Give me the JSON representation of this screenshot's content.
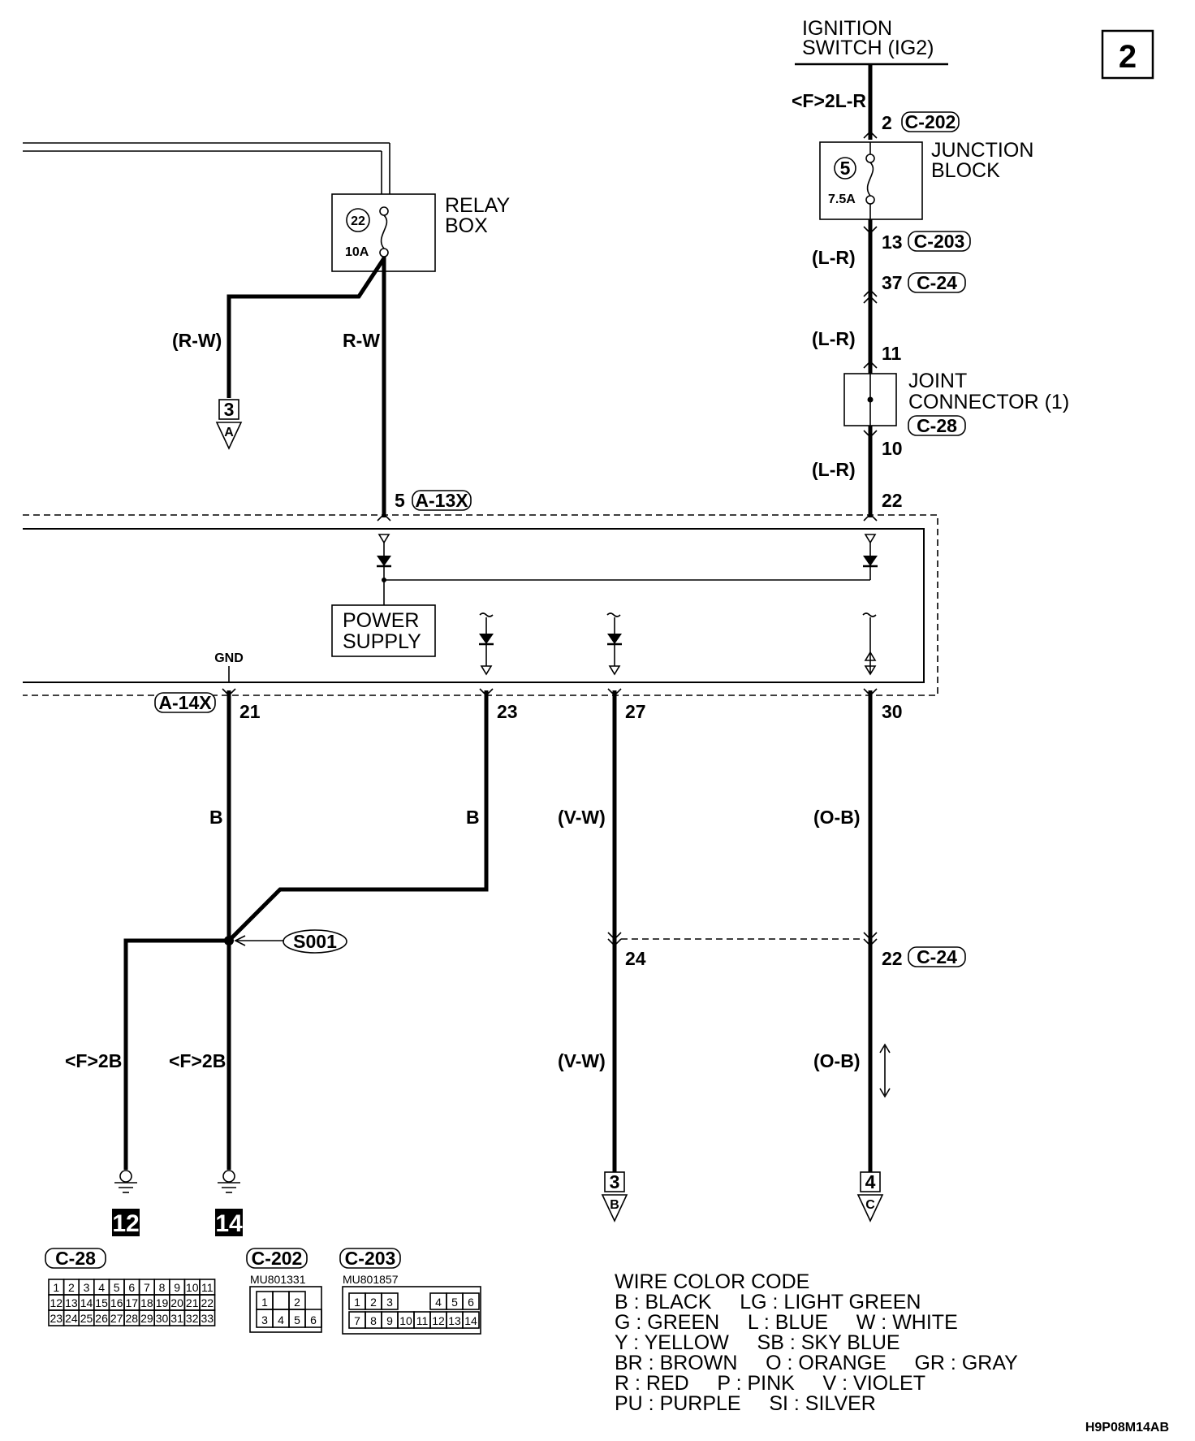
{
  "page_number": "2",
  "ignition": {
    "line1": "IGNITION",
    "line2": "SWITCH (IG2)",
    "wire": "<F>2L-R"
  },
  "connectors": {
    "c202": "C-202",
    "c203": "C-203",
    "c24": "C-24",
    "c28": "C-28",
    "a13x": "A-13X",
    "a14x": "A-14X",
    "s001": "S001"
  },
  "junction_block": {
    "line1": "JUNCTION",
    "line2": "BLOCK",
    "fuse_no": "5",
    "amps": "7.5A"
  },
  "relay_box": {
    "line1": "RELAY",
    "line2": "BOX",
    "fuse_no": "22",
    "amps": "10A"
  },
  "joint_connector": {
    "line1": "JOINT",
    "line2": "CONNECTOR (1)"
  },
  "pins": {
    "p2": "2",
    "p13": "13",
    "p37": "37",
    "p11": "11",
    "p10": "10",
    "p22": "22",
    "p5": "5",
    "p21": "21",
    "p23": "23",
    "p27": "27",
    "p30": "30",
    "p24b": "24",
    "p22b": "22"
  },
  "wire_colors": {
    "lr": "(L-R)",
    "rw_paren": "(R-W)",
    "rw": "R-W",
    "b": "B",
    "vw": "(V-W)",
    "ob": "(O-B)",
    "f2b": "<F>2B"
  },
  "gnd_label": "GND",
  "power_supply": {
    "line1": "POWER",
    "line2": "SUPPLY"
  },
  "refs": {
    "a": {
      "num": "3",
      "letter": "A"
    },
    "b": {
      "num": "3",
      "letter": "B"
    },
    "c": {
      "num": "4",
      "letter": "C"
    }
  },
  "grounds": {
    "g12": "12",
    "g14": "14"
  },
  "part_numbers": {
    "c202": "MU801331",
    "c203": "MU801857"
  },
  "legend": {
    "title": "WIRE COLOR CODE",
    "lines": [
      "B : BLACK     LG : LIGHT GREEN",
      "G : GREEN     L : BLUE     W : WHITE",
      "Y : YELLOW     SB : SKY BLUE",
      "BR : BROWN     O : ORANGE     GR : GRAY",
      "R : RED     P : PINK     V : VIOLET",
      "PU : PURPLE     SI : SILVER"
    ]
  },
  "footer_code": "H9P08M14AB",
  "connector_pin_grids": {
    "c28": [
      [
        "1",
        "2",
        "3",
        "4",
        "5",
        "6",
        "7",
        "8",
        "9",
        "10",
        "11"
      ],
      [
        "12",
        "13",
        "14",
        "15",
        "16",
        "17",
        "18",
        "19",
        "20",
        "21",
        "22"
      ],
      [
        "23",
        "24",
        "25",
        "26",
        "27",
        "28",
        "29",
        "30",
        "31",
        "32",
        "33"
      ]
    ],
    "c202": [
      [
        "1",
        "",
        "2"
      ],
      [
        "3",
        "4",
        "5",
        "6"
      ]
    ],
    "c203": [
      [
        "1",
        "2",
        "3",
        "4",
        "5",
        "6"
      ],
      [
        "7",
        "8",
        "9",
        "10",
        "11",
        "12",
        "13",
        "14"
      ]
    ]
  }
}
